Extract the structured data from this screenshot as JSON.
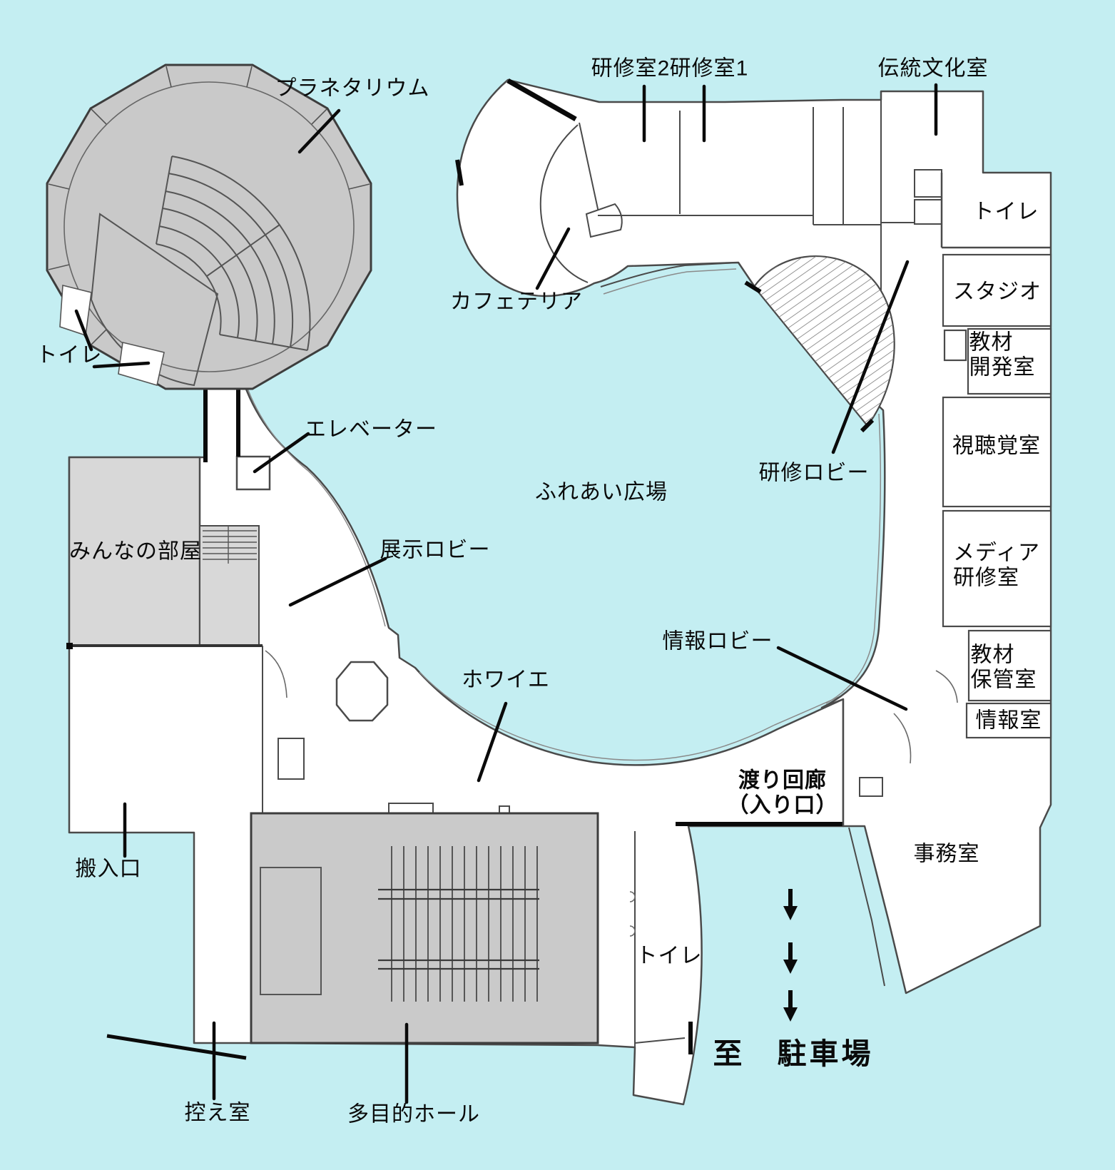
{
  "meta": {
    "kind": "facility-floor-plan",
    "language": "ja"
  },
  "colors": {
    "background": "#c4eef2",
    "room_fill": "#ffffff",
    "gray_fill": "#cacaca",
    "light_gray_fill": "#d8d8d8",
    "wall": "#4a4a4a",
    "accent_black": "#0a0a0a"
  },
  "labels": {
    "planetarium": "プラネタリウム",
    "planetarium_toilet": "トイレ",
    "training_room_2": "研修室2",
    "training_room_1": "研修室1",
    "traditional_culture_room": "伝統文化室",
    "toilet_top_right": "トイレ",
    "studio": "スタジオ",
    "material_development_room": "教材\n開発室",
    "audio_visual_room": "視聴覚室",
    "media_training_room": "メディア\n研修室",
    "material_storage_room": "教材\n保管室",
    "information_room": "情報室",
    "training_lobby": "研修ロビー",
    "fureai_plaza": "ふれあい広場",
    "cafeteria": "カフェテリア",
    "elevator": "エレベーター",
    "everyones_room": "みんなの部屋",
    "exhibition_lobby": "展示ロビー",
    "foyer": "ホワイエ",
    "information_lobby": "情報ロビー",
    "crossing_corridor": "渡り回廊\n（入り口）",
    "office": "事務室",
    "loading_entrance": "搬入口",
    "waiting_room": "控え室",
    "multipurpose_hall": "多目的ホール",
    "toilet_hall": "トイレ",
    "to_parking": "至　駐車場"
  }
}
